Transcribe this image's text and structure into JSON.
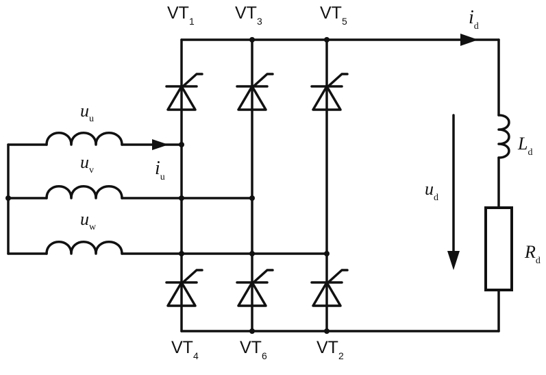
{
  "diagram": {
    "thyristors": {
      "vt1": {
        "base": "VT",
        "sub": "1"
      },
      "vt3": {
        "base": "VT",
        "sub": "3"
      },
      "vt5": {
        "base": "VT",
        "sub": "5"
      },
      "vt4": {
        "base": "VT",
        "sub": "4"
      },
      "vt6": {
        "base": "VT",
        "sub": "6"
      },
      "vt2": {
        "base": "VT",
        "sub": "2"
      }
    },
    "sources": {
      "u": {
        "base": "u",
        "sub": "u"
      },
      "v": {
        "base": "u",
        "sub": "v"
      },
      "w": {
        "base": "u",
        "sub": "w"
      }
    },
    "currents": {
      "iu": {
        "base": "i",
        "sub": "u"
      },
      "id": {
        "base": "i",
        "sub": "d"
      }
    },
    "load": {
      "voltage": {
        "base": "u",
        "sub": "d"
      },
      "inductor": {
        "base": "L",
        "sub": "d"
      },
      "resistor": {
        "base": "R",
        "sub": "d"
      }
    }
  }
}
